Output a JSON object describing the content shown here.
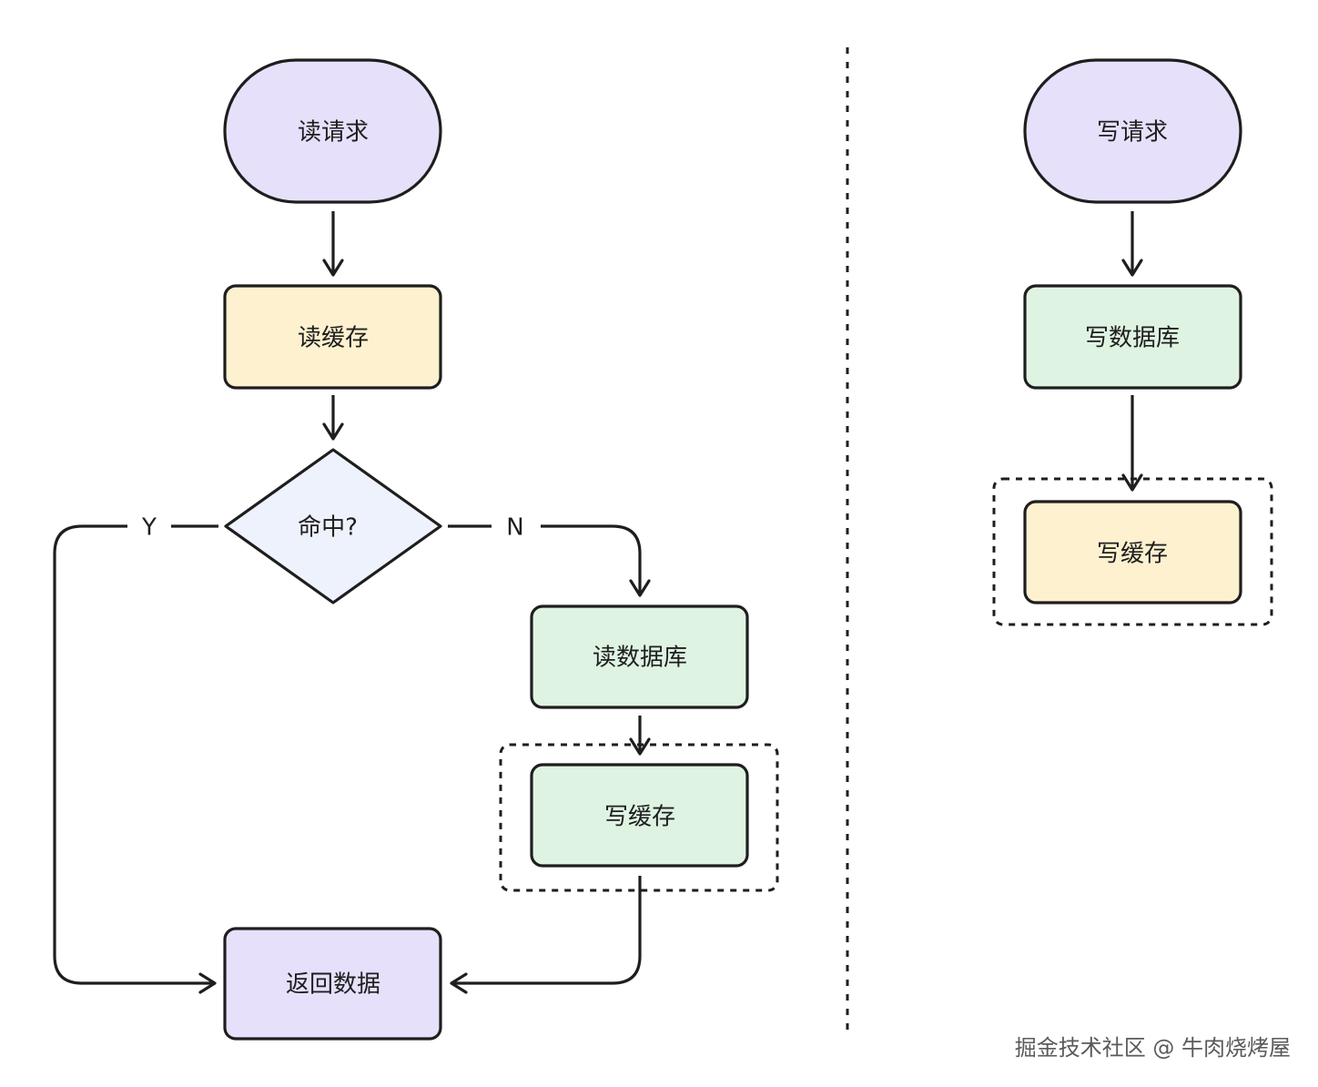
{
  "nodes": {
    "read_request": "读请求",
    "read_cache": "读缓存",
    "hit_decision": "命中?",
    "read_db": "读数据库",
    "write_cache_left": "写缓存",
    "return_data": "返回数据",
    "write_request": "写请求",
    "write_db": "写数据库",
    "write_cache_right": "写缓存"
  },
  "edge_labels": {
    "yes": "Y",
    "no": "N"
  },
  "colors": {
    "stroke": "#1e1e1e",
    "terminal_fill": "#e6e0fb",
    "cache_yellow_fill": "#fdf1cf",
    "db_green_fill": "#dff3e2",
    "decision_fill": "#eef2fc"
  },
  "watermark": "掘金技术社区 @ 牛肉烧烤屋"
}
